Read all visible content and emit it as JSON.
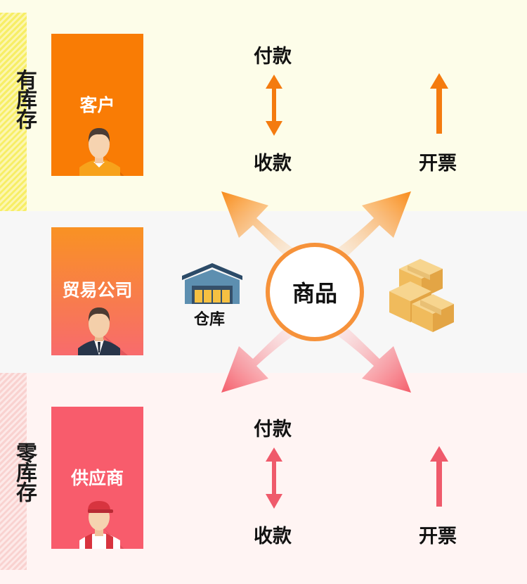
{
  "sections": {
    "top_label": "有库存",
    "bottom_label": "零库存"
  },
  "cards": {
    "customer": "客户",
    "trading_company": "贸易公司",
    "supplier": "供应商"
  },
  "flows": {
    "top_payment": "付款",
    "top_receipt": "收款",
    "top_invoice": "开票",
    "bottom_payment": "付款",
    "bottom_receipt": "收款",
    "bottom_invoice": "开票"
  },
  "center": {
    "goods": "商品",
    "warehouse": "仓库"
  },
  "icons": [
    "customer-person-icon",
    "businessman-icon",
    "worker-icon",
    "warehouse-icon",
    "boxes-icon"
  ],
  "colors": {
    "orange": "#f97c05",
    "red": "#f2566b",
    "circle": "#f59a35"
  }
}
